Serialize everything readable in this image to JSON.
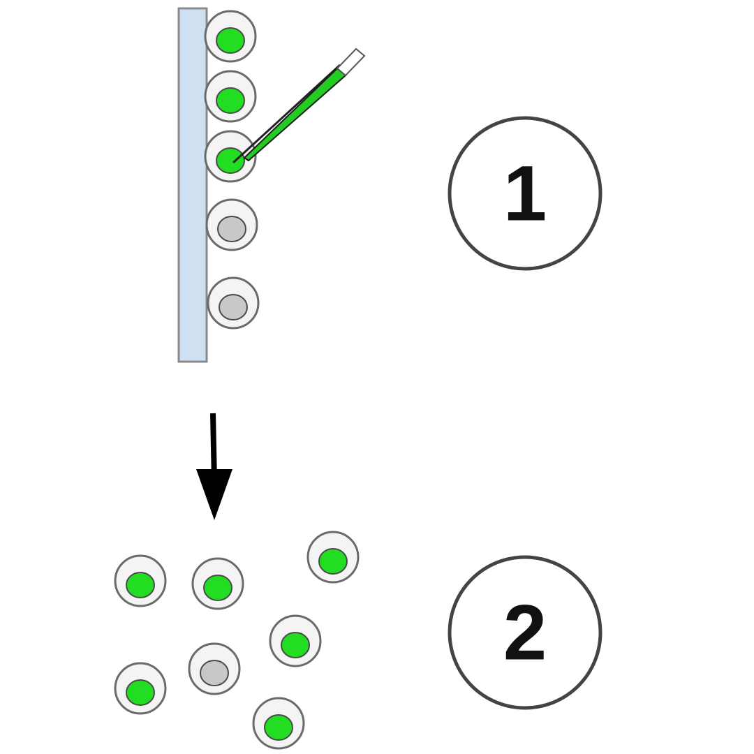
{
  "step_labels": [
    "1",
    "2"
  ],
  "attached_cells": [
    {
      "nucleus": "green"
    },
    {
      "nucleus": "green"
    },
    {
      "nucleus": "green",
      "injected": true
    },
    {
      "nucleus": "grey"
    },
    {
      "nucleus": "grey"
    }
  ],
  "released_cells": [
    {
      "nucleus": "green"
    },
    {
      "nucleus": "green"
    },
    {
      "nucleus": "green"
    },
    {
      "nucleus": "green"
    },
    {
      "nucleus": "grey"
    },
    {
      "nucleus": "green"
    },
    {
      "nucleus": "green"
    }
  ],
  "colors": {
    "green_nucleus": "#22dd22",
    "grey_nucleus": "#c8c8c8",
    "cell_body": "#f4f4f4",
    "substrate": "#cfe0f2",
    "pipette": "#22cc22"
  }
}
